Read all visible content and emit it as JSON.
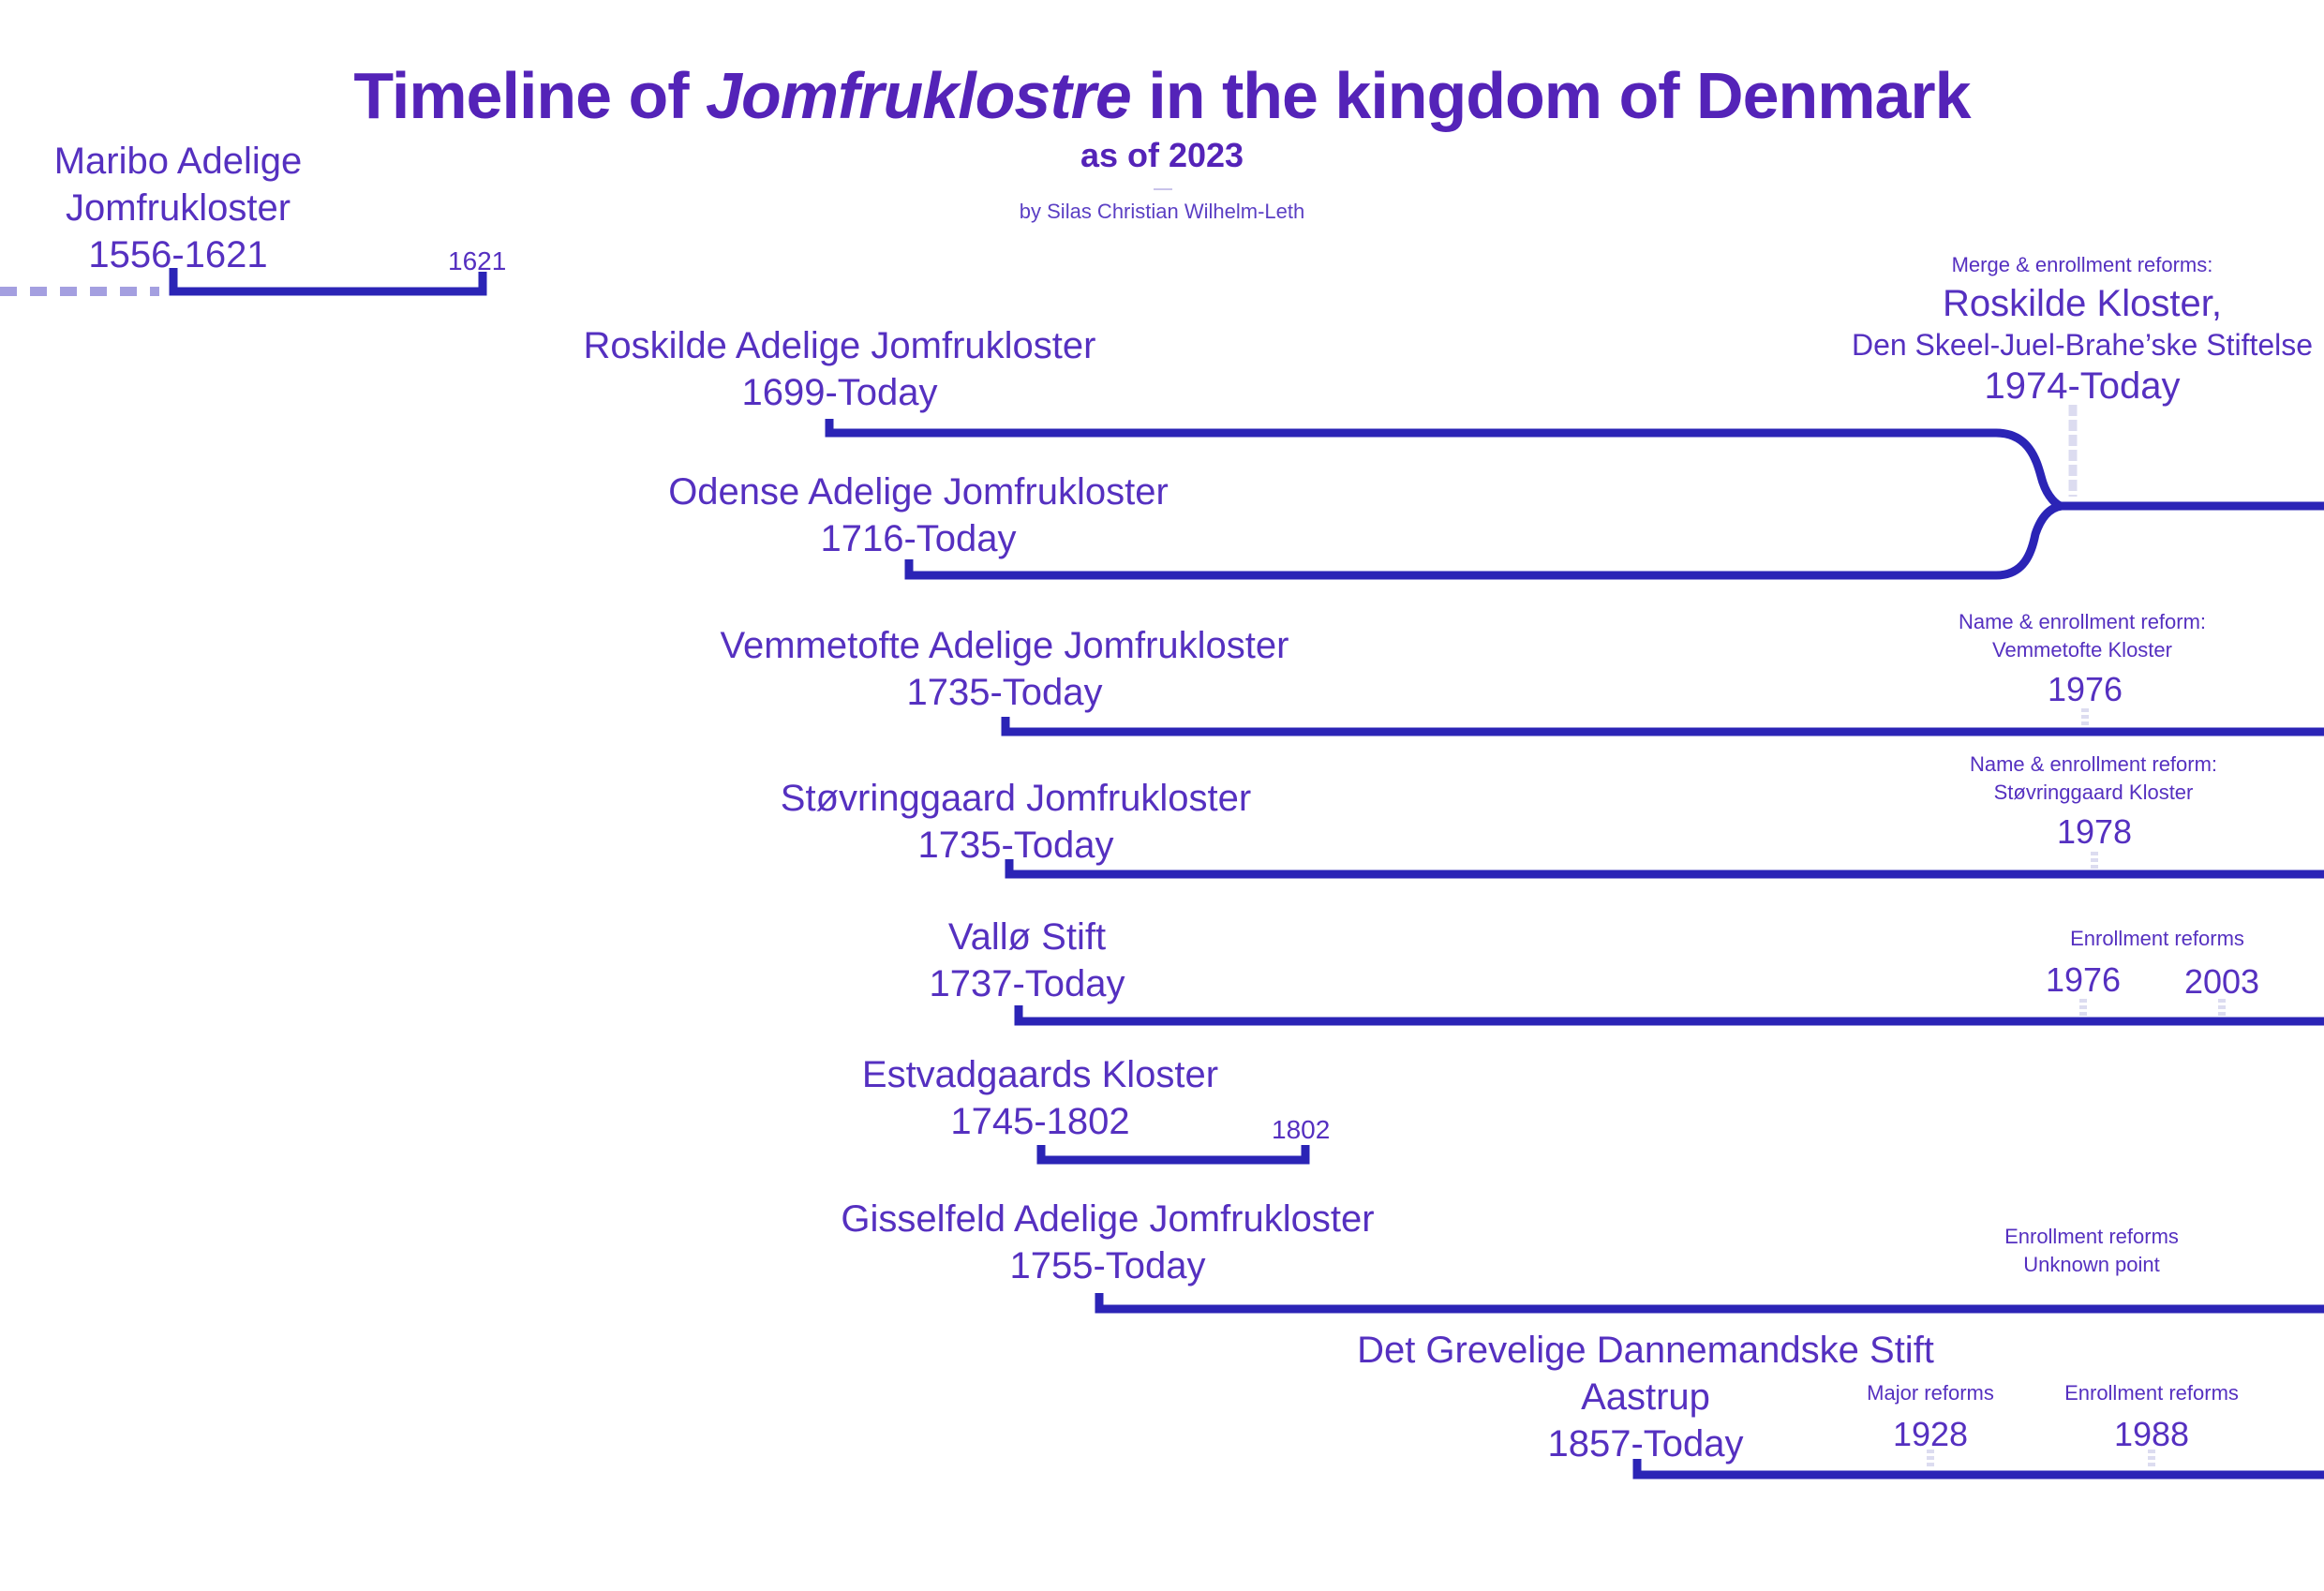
{
  "header": {
    "title_part1": "Timeline of ",
    "title_italic": "Jomfruklostre",
    "title_part2": " in the kingdom of Denmark",
    "subtitle": "as of 2023",
    "byline": "by Silas Christian Wilhelm-Leth"
  },
  "colors": {
    "title": "#5423b8",
    "line": "#2b24b6",
    "text": "#5530c0",
    "marker": "#dcdcf0",
    "dotted": "#a49fe0"
  },
  "convents": [
    {
      "name_line1": "Maribo Adelige",
      "name_line2": "Jomfrukloster",
      "years": "1556-1621",
      "end_label": "1621"
    },
    {
      "name_line1": "Roskilde Adelige Jomfrukloster",
      "years": "1699-Today"
    },
    {
      "name_line1": "Odense Adelige Jomfrukloster",
      "years": "1716-Today"
    },
    {
      "name_line1": "Vemmetofte Adelige Jomfrukloster",
      "years": "1735-Today"
    },
    {
      "name_line1": "Støvringgaard Jomfrukloster",
      "years": "1735-Today"
    },
    {
      "name_line1": "Vallø Stift",
      "years": "1737-Today"
    },
    {
      "name_line1": "Estvadgaards Kloster",
      "years": "1745-1802",
      "end_label": "1802"
    },
    {
      "name_line1": "Gisselfeld Adelige Jomfrukloster",
      "years": "1755-Today"
    },
    {
      "name_line1": "Det Grevelige Dannemandske Stift",
      "name_line2": "Aastrup",
      "years": "1857-Today"
    }
  ],
  "events": {
    "merge": {
      "note": "Merge & enrollment reforms:",
      "name1": "Roskilde Kloster,",
      "name2": "Den Skeel-Juel-Brahe’ske Stiftelse",
      "years": "1974-Today"
    },
    "vemmetofte": {
      "note1": "Name & enrollment reform:",
      "note2": "Vemmetofte Kloster",
      "year": "1976"
    },
    "stovringgaard": {
      "note1": "Name & enrollment reform:",
      "note2": "Støvringgaard Kloster",
      "year": "1978"
    },
    "vallo": {
      "note": "Enrollment reforms",
      "year1": "1976",
      "year2": "2003"
    },
    "gisselfeld": {
      "note1": "Enrollment reforms",
      "note2": "Unknown point"
    },
    "aastrup": {
      "note_major": "Major reforms",
      "year_major": "1928",
      "note_enroll": "Enrollment reforms",
      "year_enroll": "1988"
    }
  }
}
